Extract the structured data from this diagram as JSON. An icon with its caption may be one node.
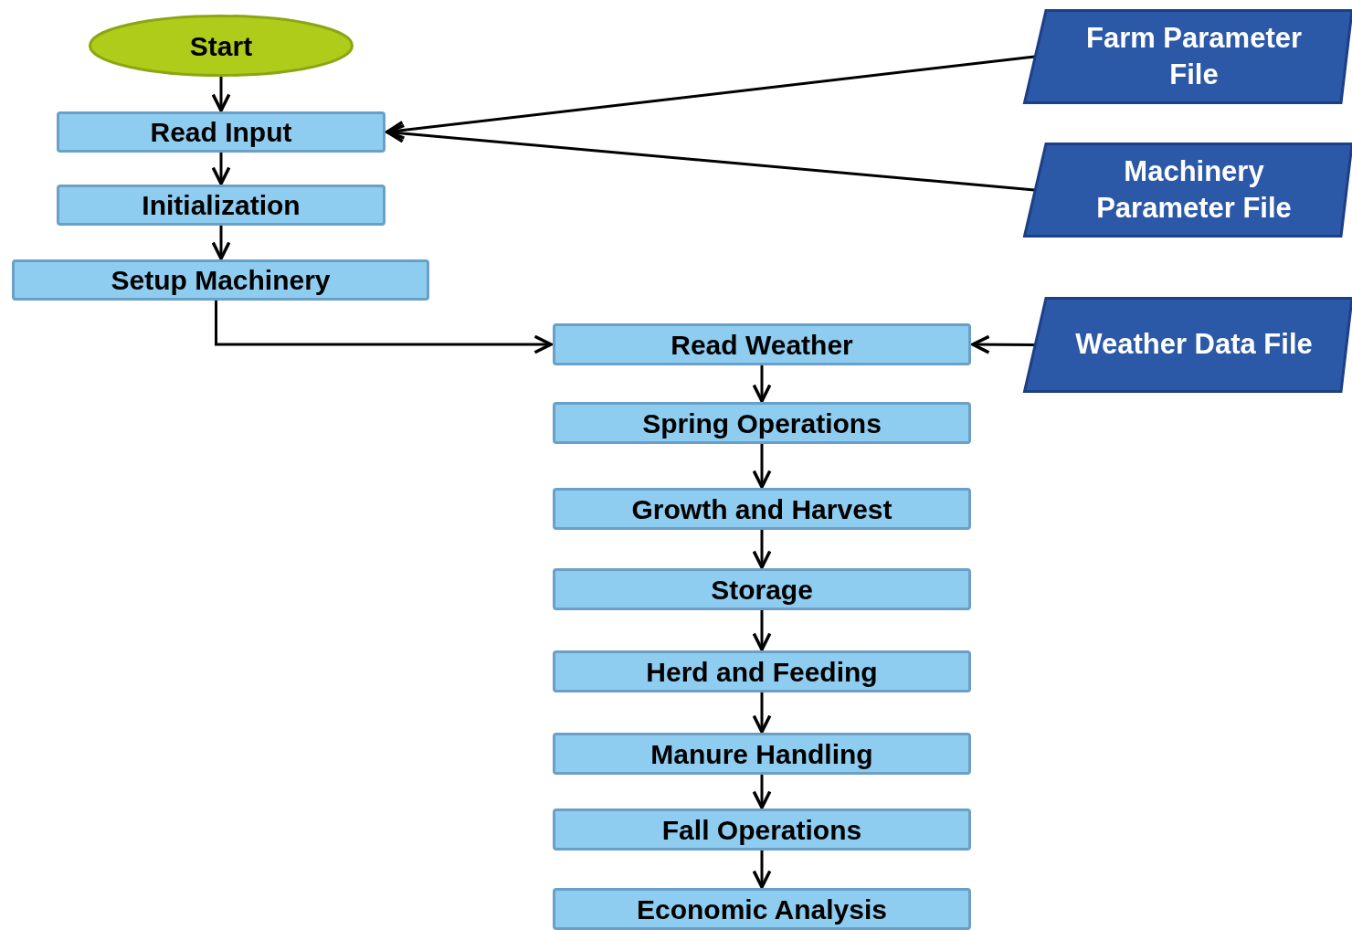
{
  "diagram": {
    "nodes": [
      {
        "text": [
          "Start"
        ]
      },
      {
        "text": [
          "Read Input"
        ]
      },
      {
        "text": [
          "Initialization"
        ]
      },
      {
        "text": [
          "Setup Machinery"
        ]
      },
      {
        "text": [
          "Farm Parameter File"
        ]
      },
      {
        "text": [
          "Machinery Parameter File"
        ]
      },
      {
        "text": [
          "Read Weather"
        ]
      },
      {
        "text": [
          "Weather Data File"
        ]
      },
      {
        "text": [
          "Spring Operations"
        ]
      },
      {
        "text": [
          "Growth and Harvest"
        ]
      },
      {
        "text": [
          "Storage"
        ]
      },
      {
        "text": [
          "Herd and Feeding"
        ]
      },
      {
        "text": [
          "Manure Handling"
        ]
      },
      {
        "text": [
          "Fall Operations"
        ]
      },
      {
        "text": [
          "Economic Analysis"
        ]
      }
    ],
    "edges": [
      {
        "from": 0,
        "to": 1,
        "arrow": "to"
      },
      {
        "from": 1,
        "to": 2,
        "arrow": "to"
      },
      {
        "from": 2,
        "to": 3,
        "arrow": "to"
      },
      {
        "from": 4,
        "to": 1,
        "arrow": "to"
      },
      {
        "from": 5,
        "to": 1,
        "arrow": "to"
      },
      {
        "from": 3,
        "to": 6,
        "arrow": "to"
      },
      {
        "from": 7,
        "to": 6,
        "arrow": "to"
      },
      {
        "from": 6,
        "to": 8,
        "arrow": "to"
      },
      {
        "from": 8,
        "to": 9,
        "arrow": "to"
      },
      {
        "from": 9,
        "to": 10,
        "arrow": "to"
      },
      {
        "from": 10,
        "to": 11,
        "arrow": "to"
      },
      {
        "from": 11,
        "to": 12,
        "arrow": "to"
      },
      {
        "from": 12,
        "to": 13,
        "arrow": "to"
      },
      {
        "from": 13,
        "to": 14,
        "arrow": "to"
      }
    ]
  }
}
